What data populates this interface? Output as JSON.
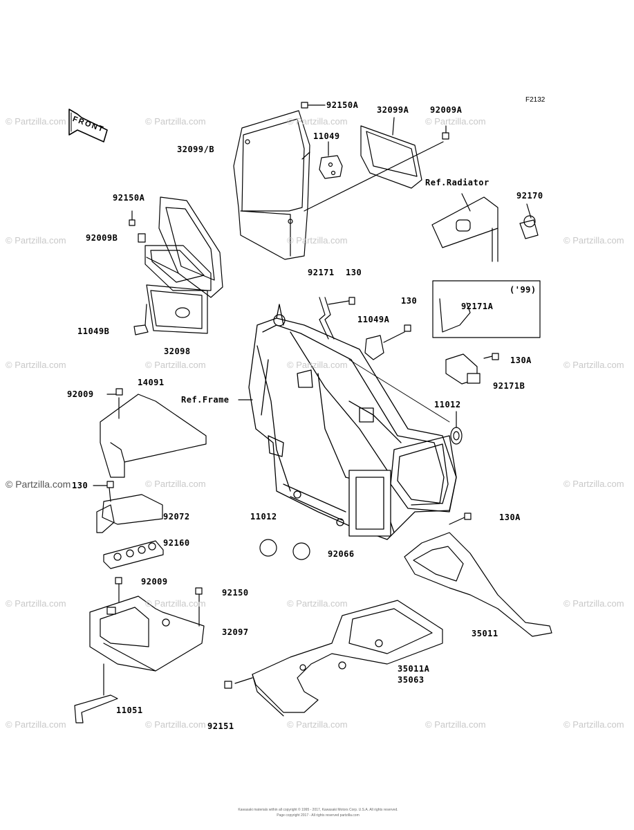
{
  "diagram_code": "F2132",
  "front_arrow_label": "FRONT",
  "watermark": "© Partzilla.com",
  "footer": {
    "line1": "Kawasaki materials within all copyright © 1995 - 2017, Kawasaki Motors Corp. U.S.A. All rights reserved.",
    "line2": "Page copyright 2017 - All rights reserved partzilla.com"
  },
  "parts": {
    "p92150A_top": "92150A",
    "p32099A": "32099A",
    "p92009A": "92009A",
    "p11049": "11049",
    "p32099B": "32099/B",
    "ref_radiator": "Ref.Radiator",
    "p92170": "92170",
    "p92150A_left": "92150A",
    "p92009B": "92009B",
    "p92171": "92171",
    "p130_a": "130",
    "p130_b": "130",
    "p99": "('99)",
    "p92171A": "92171A",
    "p11049A": "11049A",
    "p11049B": "11049B",
    "p32098": "32098",
    "p130A_top": "130A",
    "p92171B": "92171B",
    "p92009_top": "92009",
    "p14091": "14091",
    "ref_frame": "Ref.Frame",
    "p11012_right": "11012",
    "p130_left": "130",
    "p92072": "92072",
    "p11012_left": "11012",
    "p130A_mid": "130A",
    "p92160": "92160",
    "p92066": "92066",
    "p92009_mid": "92009",
    "p92150": "92150",
    "p32097": "32097",
    "p35011": "35011",
    "p35011A": "35011A",
    "p35063": "35063",
    "p11051": "11051",
    "p92151": "92151"
  }
}
